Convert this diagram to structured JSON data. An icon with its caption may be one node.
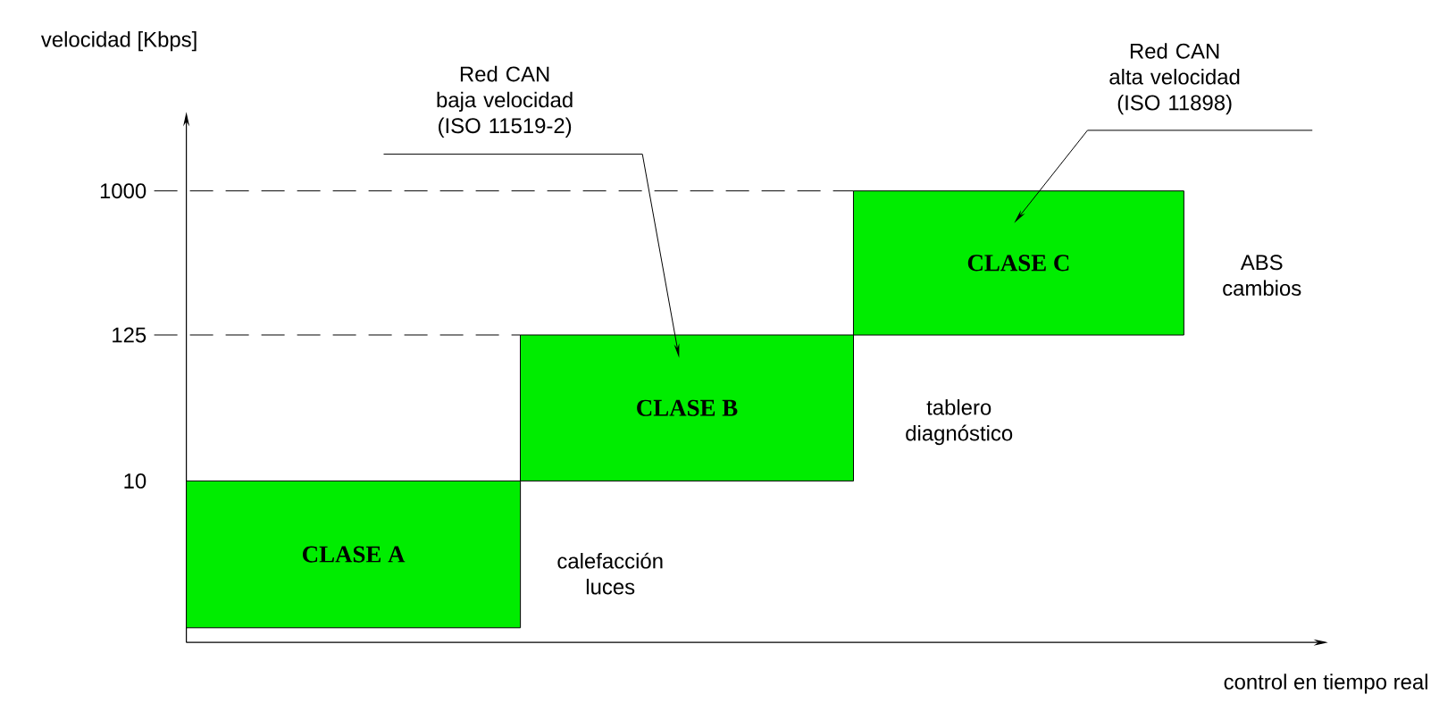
{
  "diagram": {
    "nodes": [
      {
        "text": [
          "CLASE A"
        ]
      },
      {
        "text": [
          "CLASE B"
        ]
      },
      {
        "text": [
          "CLASE C"
        ]
      },
      {
        "text": [
          "Red CAN baja velocidad (ISO 11519-2)"
        ]
      },
      {
        "text": [
          "Red CAN alta velocidad (ISO 11898)"
        ]
      }
    ],
    "edges": [
      {
        "from": 3,
        "to": 1,
        "arrow": "to"
      },
      {
        "from": 4,
        "to": 2,
        "arrow": "to"
      }
    ],
    "labels": [
      "velocidad [Kbps]",
      "1000",
      "125",
      "10",
      "calefacción luces",
      "tablero diagnóstico",
      "ABS cambios",
      "control en tiempo real"
    ]
  }
}
